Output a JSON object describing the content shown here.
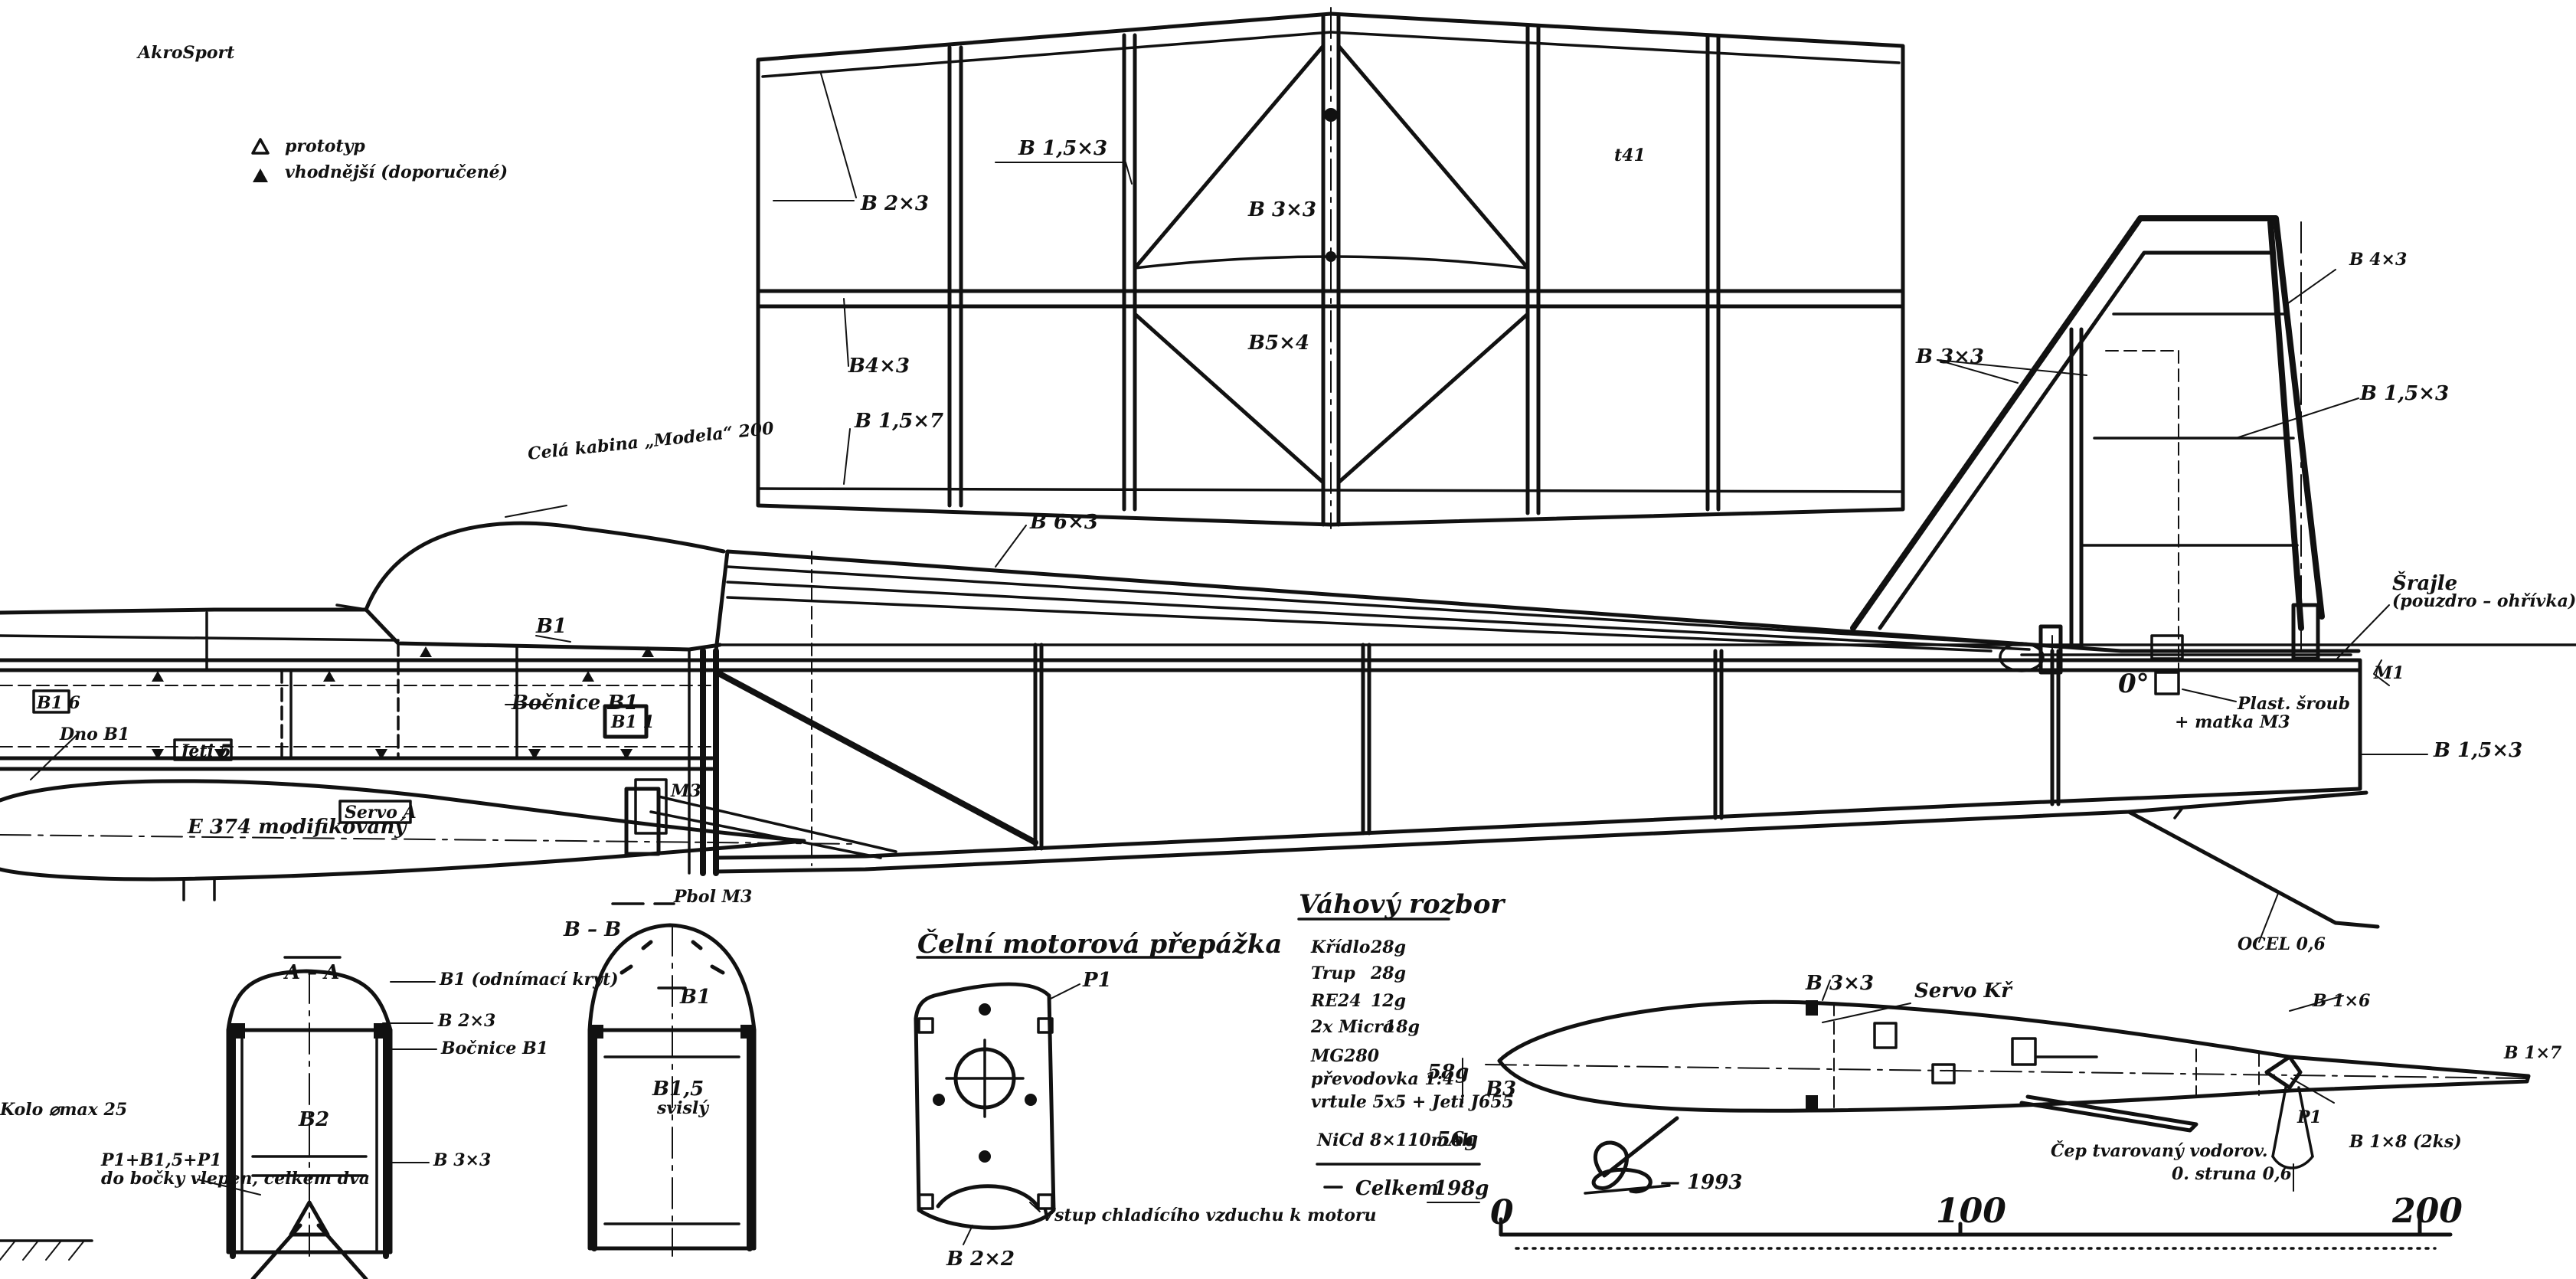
{
  "publisher": "AkroSport",
  "legend": {
    "prototype": "prototyp",
    "recommended": "vhodnější (doporučené)"
  },
  "wing": {
    "labels": {
      "b2x3": "B 2×3",
      "b15x3": "B 1,5×3",
      "b3x3": "B 3×3",
      "b5x4": "B5×4",
      "b4x3": "B4×3",
      "b15x7": "B 1,5×7",
      "mark": "t41"
    }
  },
  "fuselage": {
    "canopy_note": "Celá kabina „Modela“ 200",
    "labels": {
      "b6x3": "B 6×3",
      "b1": "B1",
      "bocnice": "Bočnice B1",
      "b16": "B1 6",
      "box_b1": "B1 1",
      "pod_b1": "Dno B1",
      "jeti": "Jeti 5",
      "servo_box": "Servo A",
      "servo_right": "Servo Kř",
      "airfoil": "E 374 modifikovaný",
      "m3": "M3",
      "pbol": "Pbol M3",
      "zero": "0°",
      "plast_screw": "Plast. šroub",
      "nut": "+ matka M3",
      "m1": "M1"
    }
  },
  "tail": {
    "labels": {
      "b3x3": "B 3×3",
      "b4x3": "B 4×3",
      "b15x3": "B 1,5×3",
      "b15x3_low": "B 1,5×3",
      "hinge": "Šrajle",
      "hinge2": "(pouzdro – ohřívka)",
      "steel": "OCEL 0,6"
    }
  },
  "section_aa": {
    "title": "A – A",
    "labels": {
      "b1_removable": "B1 (odnímací kryt)",
      "b2x3": "B 2×3",
      "bocnice": "Bočnice B1",
      "b3x3": "B 3×3",
      "b2": "B2",
      "p1": "P1+B1,5+P1",
      "p1_note": "do bočky vlepen, celkem dva",
      "wheel": "Kolo ⌀max 25"
    }
  },
  "section_bb": {
    "title": "B – B",
    "labels": {
      "b1": "B1",
      "b15": "B1,5",
      "b15_note": "svislý"
    }
  },
  "firewall": {
    "title": "Čelní motorová přepážka",
    "labels": {
      "p1": "P1",
      "b2x2": "B 2×2",
      "intake": "Vstup chladícího vzduchu k motoru"
    }
  },
  "weights": {
    "title": "Váhový rozbor",
    "items": [
      {
        "label": "Křídlo",
        "value": "28g"
      },
      {
        "label": "Trup",
        "value": "28g"
      },
      {
        "label": "RE24",
        "value": "12g"
      },
      {
        "label": "2x Micro",
        "value": "18g"
      }
    ],
    "electronics_lines": [
      "MG280",
      "převodovka 1:4",
      "vrtule 5x5 + Jeti J655"
    ],
    "electronics_value": "58g",
    "battery": {
      "label": "NiCd 8×110mAh",
      "value": "56g"
    },
    "total": {
      "label": "Celkem",
      "value": "198g"
    }
  },
  "stabilizer_section": {
    "labels": {
      "b3x3": "B 3×3",
      "servo": "Servo Kř",
      "b1x6": "B 1×6",
      "b1x7": "B 1×7",
      "b3": "B3",
      "b1x8": "B 1×8 (2ks)",
      "p1": "P1",
      "horn": "Čep tvarovaný vodorov.",
      "wire": "0. struna 0,6"
    }
  },
  "scale": {
    "ticks": [
      "0",
      "100",
      "200"
    ]
  },
  "signature": {
    "year": "— 1993"
  }
}
